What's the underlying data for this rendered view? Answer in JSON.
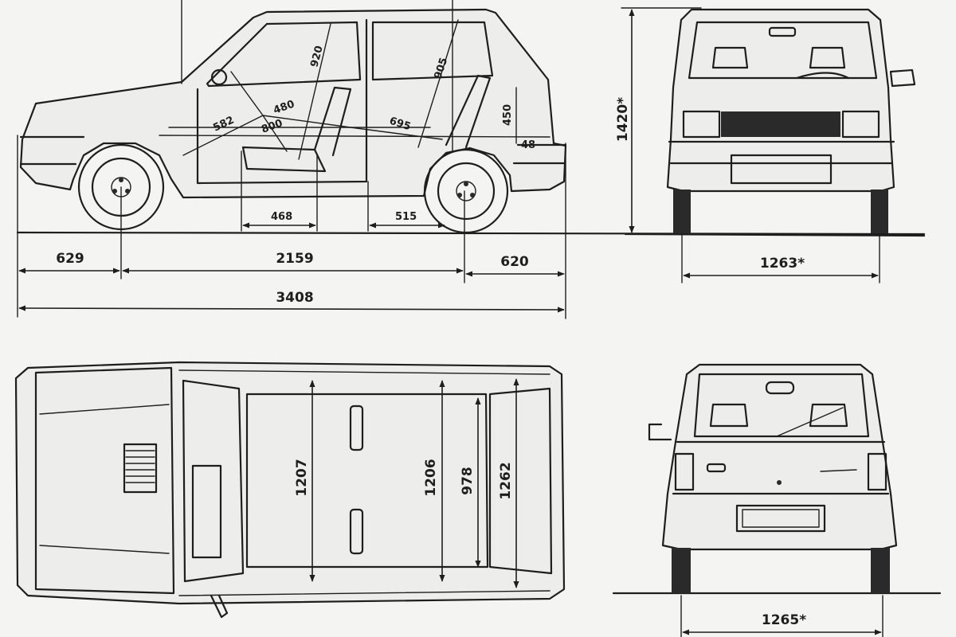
{
  "side_view": {
    "front_overhang": "629",
    "wheelbase": "2159",
    "rear_overhang": "620",
    "overall_length": "3408",
    "seat_a": "468",
    "seat_b": "515",
    "diag_front": "582",
    "diag_cushion": "480",
    "diag_floor": "800",
    "headroom_front": "920",
    "headroom_rear": "905",
    "rear_legroom": "695",
    "trunk_height": "450",
    "tail_height": "48"
  },
  "front_view": {
    "height": "1420*",
    "track_front": "1263*"
  },
  "top_view": {
    "width_front": "1207",
    "width_mid": "1206",
    "width_rear_inner": "978",
    "width_rear": "1262"
  },
  "rear_view": {
    "track_rear": "1265*"
  }
}
